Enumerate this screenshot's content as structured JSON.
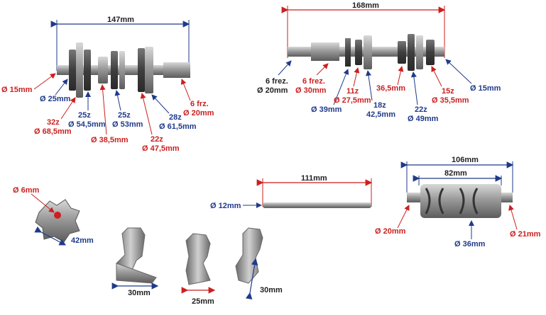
{
  "colors": {
    "dimension_red": "#cc1f1f",
    "dimension_blue": "#1f3a8a",
    "metal": "#8e8e8e"
  },
  "shaft1": {
    "length": "147mm",
    "labels": {
      "d15": "Ø 15mm",
      "d25": "Ø 25mm",
      "g32z": "32z",
      "g32d": "Ø 68,5mm",
      "g25z_a": "25z",
      "g25d_a": "Ø 54,5mm",
      "g25z_b": "25z",
      "g25d_b": "Ø 53mm",
      "d38": "Ø 38,5mm",
      "g22z": "22z",
      "g22d": "Ø 47,5mm",
      "g28z": "28z",
      "g28d": "Ø 61,5mm",
      "spl6": "6 frz.",
      "spl6d": "Ø 20mm"
    }
  },
  "shaft2": {
    "length": "168mm",
    "labels": {
      "spl_a": "6 frez.",
      "spl_a_d": "Ø 20mm",
      "spl_b": "6 frez.",
      "spl_b_d": "Ø 30mm",
      "d39": "Ø 39mm",
      "g11z": "11z",
      "g11d": "Ø 27,5mm",
      "g18z": "18z",
      "g18d": "42,5mm",
      "d36": "36,5mm",
      "g22z": "22z",
      "g22d": "Ø 49mm",
      "g15z": "15z",
      "g15d": "Ø 35,5mm",
      "d15": "Ø 15mm"
    }
  },
  "star": {
    "hole": "Ø 6mm",
    "width": "42mm"
  },
  "rod": {
    "length": "111mm",
    "diameter": "Ø 12mm"
  },
  "drum": {
    "total": "106mm",
    "body": "82mm",
    "left": "Ø 20mm",
    "right": "Ø 21mm",
    "mid": "Ø 36mm"
  },
  "forks": {
    "f1": "30mm",
    "f2": "25mm",
    "f3": "30mm"
  }
}
